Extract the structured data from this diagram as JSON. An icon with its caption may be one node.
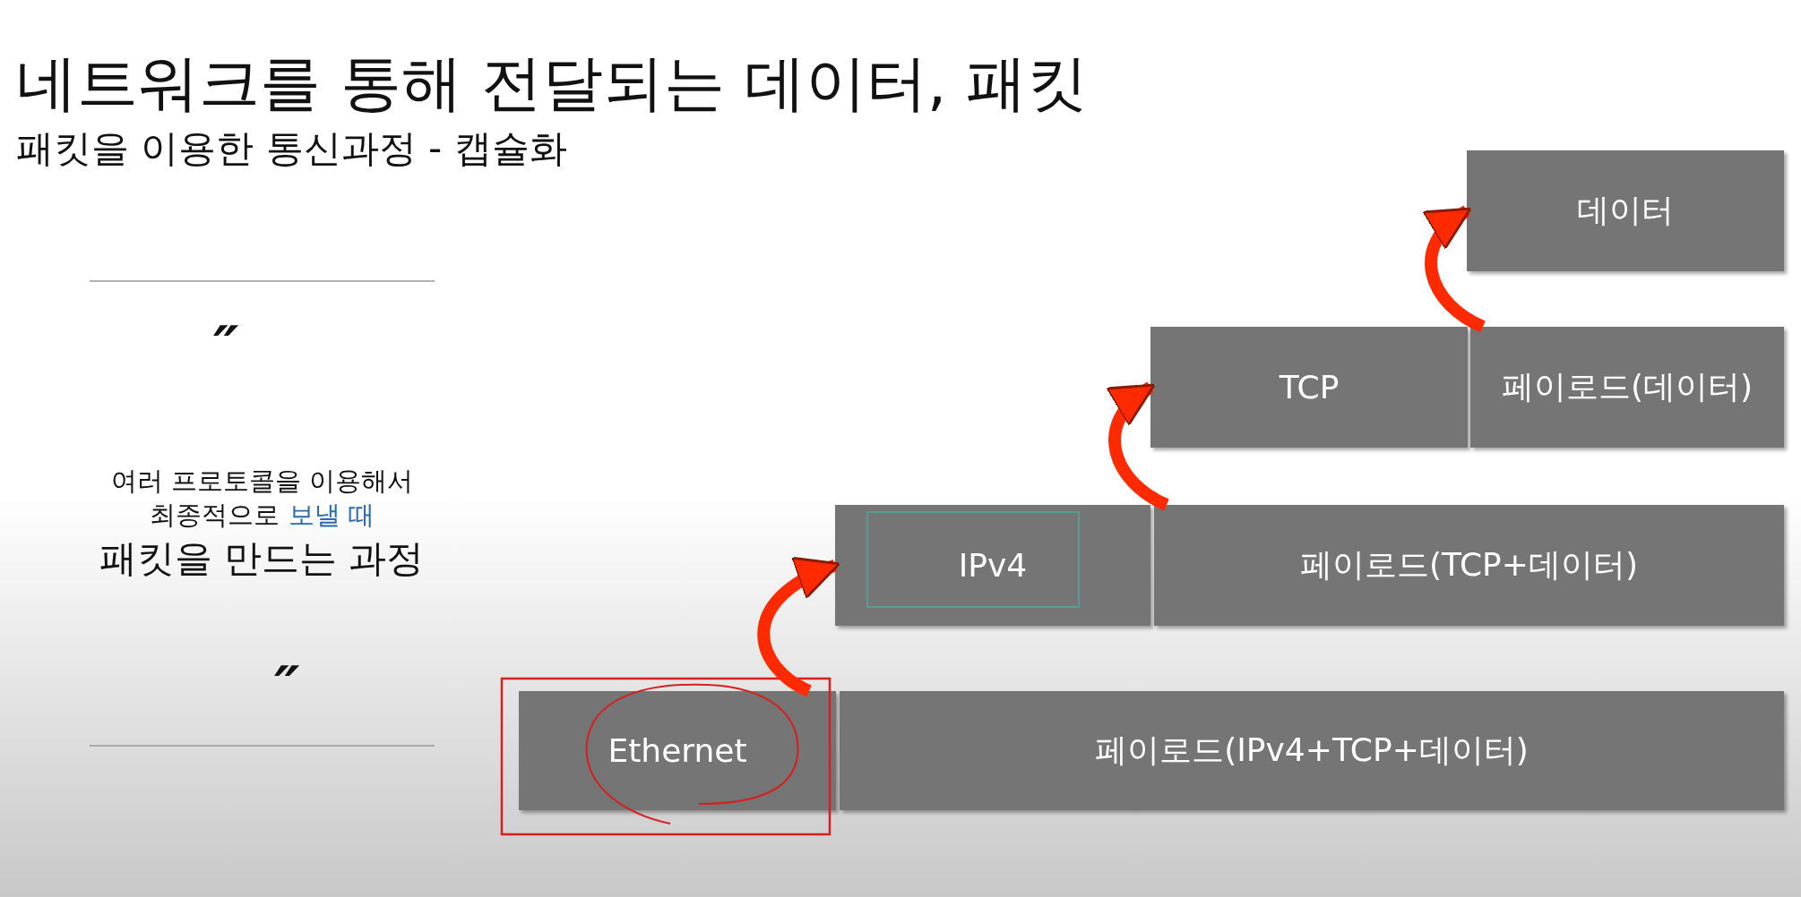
{
  "diagram": {
    "title": "네트워크를 통해 전달되는 데이터, 패킷",
    "nodes": [
      {
        "text": [
          "데이터"
        ]
      },
      {
        "text": [
          "TCP"
        ]
      },
      {
        "text": [
          "페이로드(데이터)"
        ]
      },
      {
        "text": [
          "IPv4"
        ]
      },
      {
        "text": [
          "페이로드(TCP+데이터)"
        ]
      },
      {
        "text": [
          "Ethernet"
        ]
      },
      {
        "text": [
          "페이로드(IPv4+TCP+데이터)"
        ]
      }
    ],
    "edges": [
      {
        "from": 5,
        "to": 3,
        "arrow": "to",
        "color": "#ff2a00"
      },
      {
        "from": 4,
        "to": 1,
        "arrow": "to",
        "color": "#ff2a00"
      },
      {
        "from": 2,
        "to": 0,
        "arrow": "to",
        "color": "#ff2a00"
      }
    ],
    "labels": [
      "패킷을 이용한 통신과정 - 캡슐화",
      "″",
      "여러 프로토콜을 이용해서",
      "최종적으로",
      "보낼 때",
      "패킷을 만드는 과정",
      "″"
    ]
  }
}
